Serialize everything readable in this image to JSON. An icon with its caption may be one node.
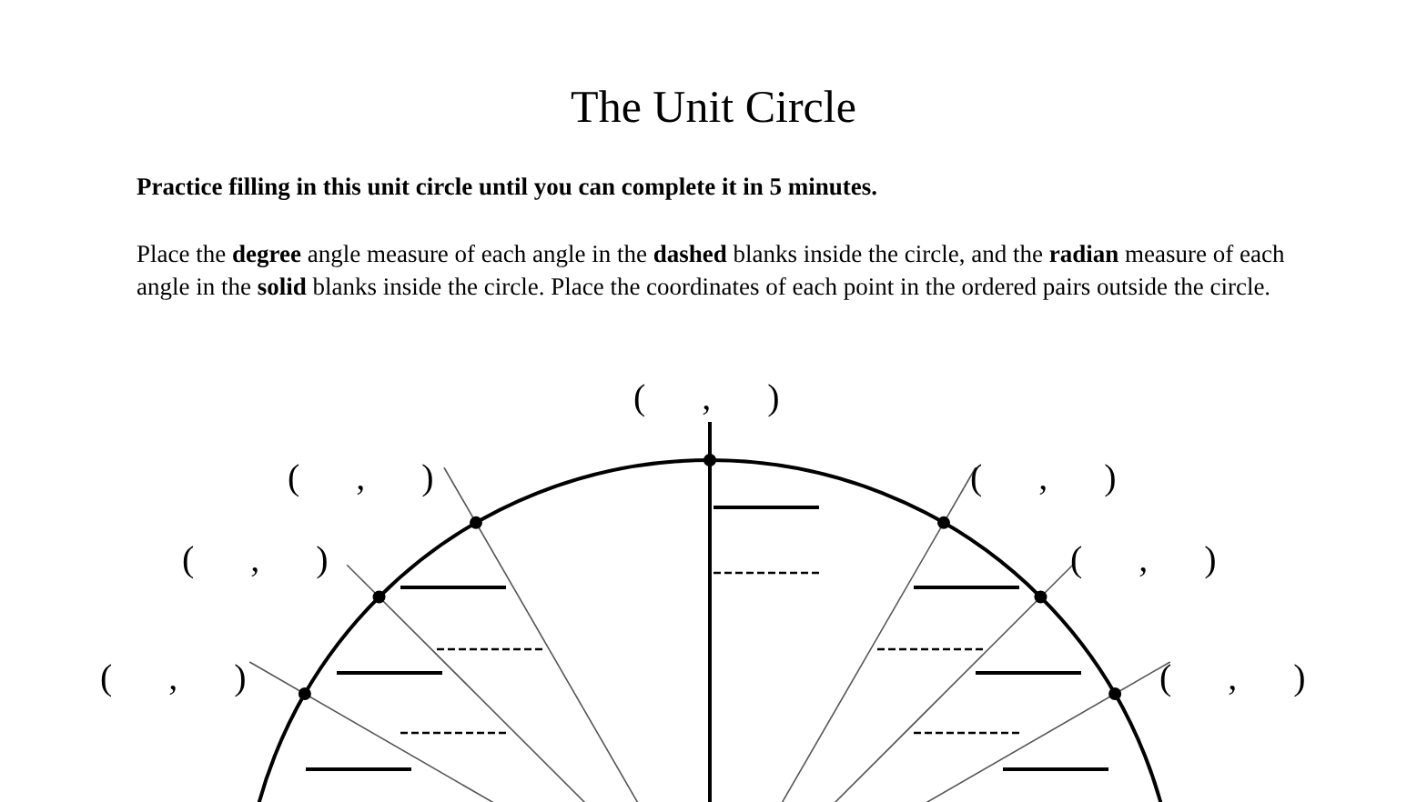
{
  "diagram": {
    "title": "The Unit Circle",
    "labels": [
      "Practice filling in this unit circle until you can complete it in 5 minutes.",
      "Place the **degree** angle measure of each angle in the **dashed** blanks inside the circle, and the **radian** measure of each angle in the **solid** blanks inside the circle.  Place the coordinates of each point in the ordered pairs outside the circle.",
      "( , )",
      "( , )",
      "( , )",
      "( , )",
      "( , )",
      "( , )",
      "( , )"
    ]
  }
}
